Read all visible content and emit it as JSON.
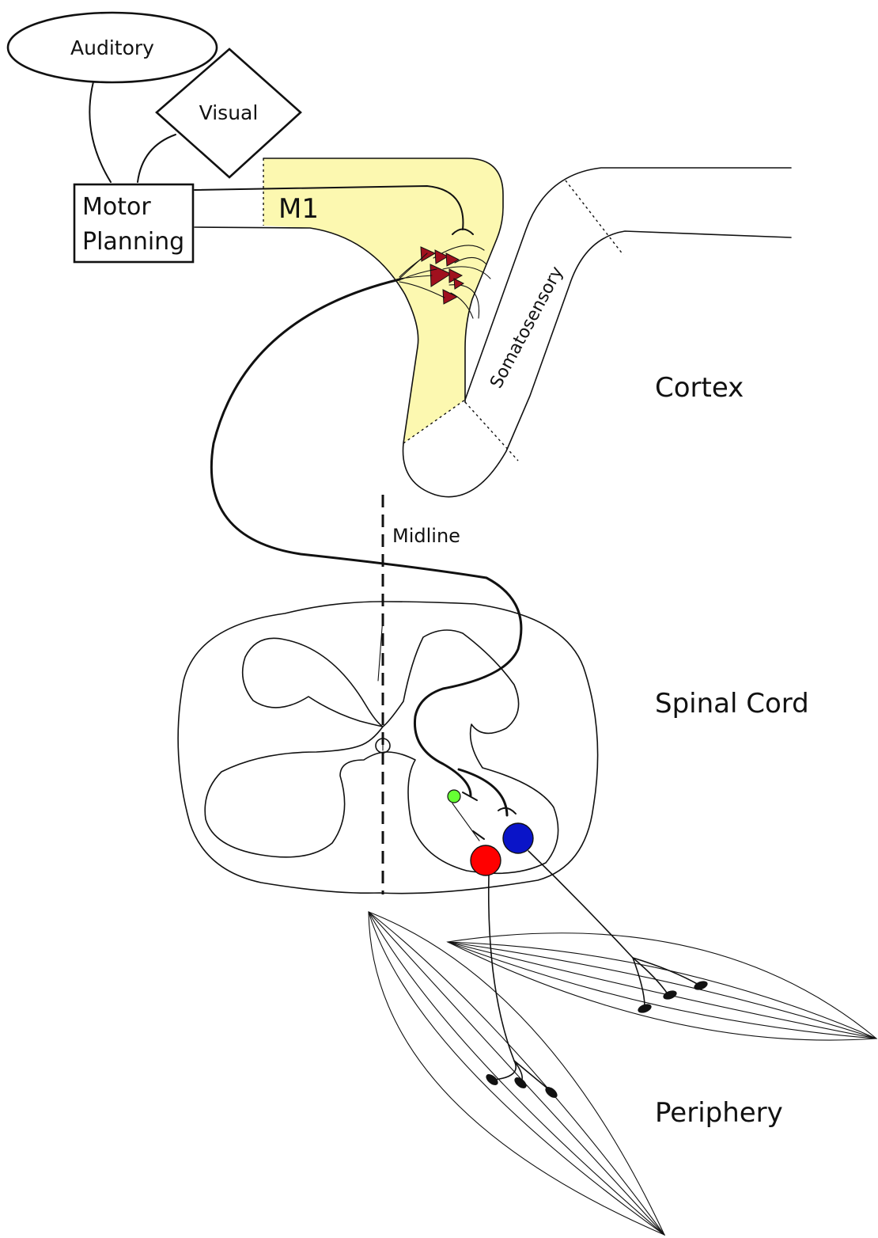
{
  "labels": {
    "auditory": "Auditory",
    "visual": "Visual",
    "motor_planning_line1": "Motor",
    "motor_planning_line2": "Planning",
    "m1": "M1",
    "somatosensory": "Somatosensory",
    "cortex": "Cortex",
    "midline": "Midline",
    "spinal_cord": "Spinal Cord",
    "periphery": "Periphery"
  },
  "colors": {
    "m1_fill": "#fcf8b0",
    "pyramidal_neuron": "#a0101e",
    "motor_neuron_red": "#ff0000",
    "motor_neuron_blue": "#0a14c8",
    "interneuron_green": "#66ff33",
    "line": "#111111"
  }
}
